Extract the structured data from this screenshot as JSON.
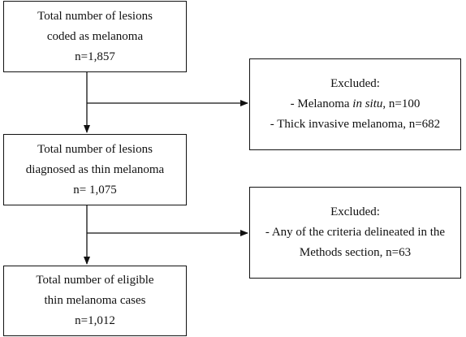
{
  "boxes": {
    "total_coded": {
      "line1": "Total number of lesions",
      "line2": "coded as melanoma",
      "line3": "n=1,857"
    },
    "thin_diagnosed": {
      "line1": "Total number of lesions",
      "line2": "diagnosed as thin melanoma",
      "line3": "n= 1,075"
    },
    "eligible": {
      "line1": "Total number of eligible",
      "line2": "thin melanoma cases",
      "line3": "n=1,012"
    }
  },
  "exclusions": {
    "first": {
      "title": "Excluded:",
      "item1_prefix": "- Melanoma ",
      "item1_emphasis": "in situ",
      "item1_suffix": ", n=100",
      "item2": "- Thick invasive melanoma, n=682"
    },
    "second": {
      "title": "Excluded:",
      "line1": "- Any of the criteria delineated in the",
      "line2": "Methods section, n=63"
    }
  }
}
